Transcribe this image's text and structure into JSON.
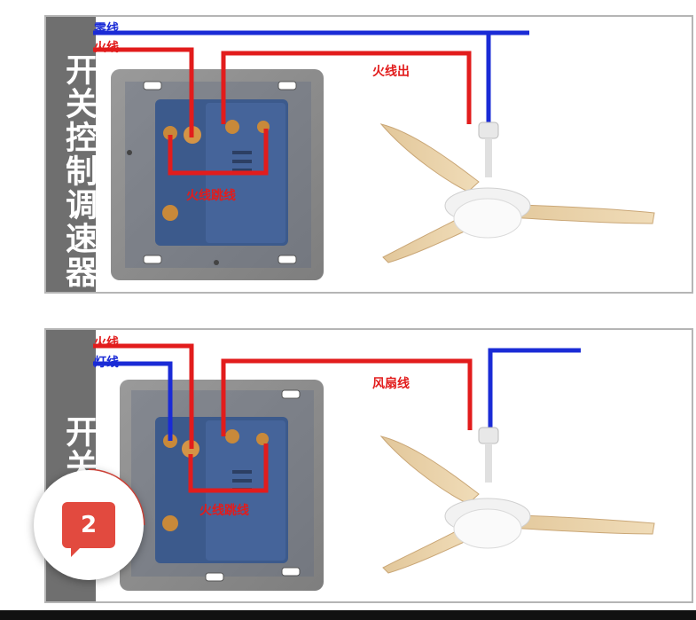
{
  "diagram_top": {
    "side_title": "开关控制调速器",
    "neutral_label": "零线",
    "live_label": "火线",
    "live_out_label": "火线出",
    "jumper_label": "火线跳线"
  },
  "diagram_bottom": {
    "side_title": "开关调速",
    "live_label": "火线",
    "light_label": "灯线",
    "fan_label": "风扇线",
    "jumper_label": "火线跳线"
  },
  "badge": {
    "count": "2"
  },
  "colors": {
    "neutral_wire": "#1a2bd6",
    "live_wire": "#e21c1c",
    "panel_title_bg": "#6f6f6f",
    "badge": "#e24a3f"
  }
}
